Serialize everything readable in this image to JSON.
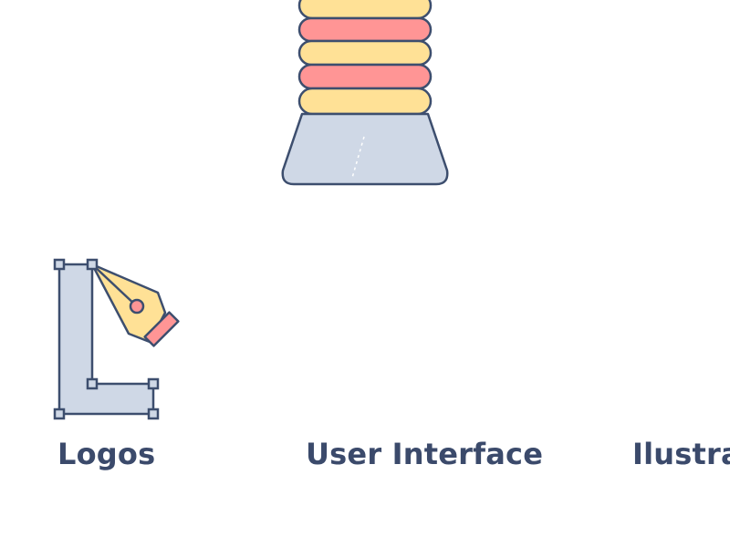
{
  "colors": {
    "outline": "#3d4e6e",
    "text": "#3b4a6b",
    "yellow": "#ffe196",
    "pink": "#ff9595",
    "gray_blue": "#cfd8e6",
    "background": "#ffffff"
  },
  "icons": {
    "top": "stacked-brush-icon",
    "logos": "pen-tool-icon"
  },
  "categories": {
    "logos": "Logos",
    "user_interface": "User Interface",
    "illustration": "Ilustra"
  }
}
